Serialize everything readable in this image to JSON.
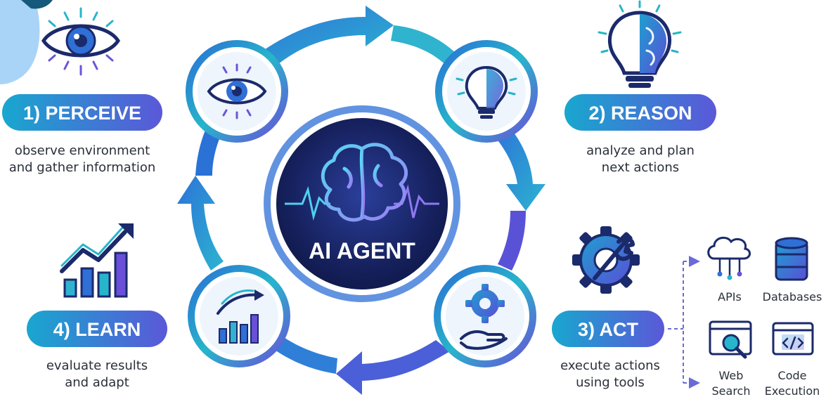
{
  "center": {
    "title": "AI AGENT"
  },
  "steps": [
    {
      "label": "1) PERCEIVE",
      "desc_line1": "observe environment",
      "desc_line2": "and gather information",
      "icon": "eye-icon"
    },
    {
      "label": "2) REASON",
      "desc_line1": "analyze and plan",
      "desc_line2": "next actions",
      "icon": "lightbulb-brain-icon"
    },
    {
      "label": "3) ACT",
      "desc_line1": "execute actions",
      "desc_line2": "using tools",
      "icon": "gear-hand-icon"
    },
    {
      "label": "4) LEARN",
      "desc_line1": "evaluate results",
      "desc_line2": "and adapt",
      "icon": "growth-chart-icon"
    }
  ],
  "tools": [
    {
      "line1": "APIs",
      "line2": "",
      "icon": "cloud-api-icon"
    },
    {
      "line1": "Databases",
      "line2": "",
      "icon": "database-icon"
    },
    {
      "line1": "Web",
      "line2": "Search",
      "icon": "web-search-icon"
    },
    {
      "line1": "Code",
      "line2": "Execution",
      "icon": "code-execution-icon"
    }
  ],
  "colors": {
    "navy": "#1b2a6b",
    "blue": "#2f6fd6",
    "teal": "#25b3c9",
    "purple": "#6a4fd8",
    "pill_start": "#1fa9c9",
    "pill_end": "#5a5bd9"
  }
}
